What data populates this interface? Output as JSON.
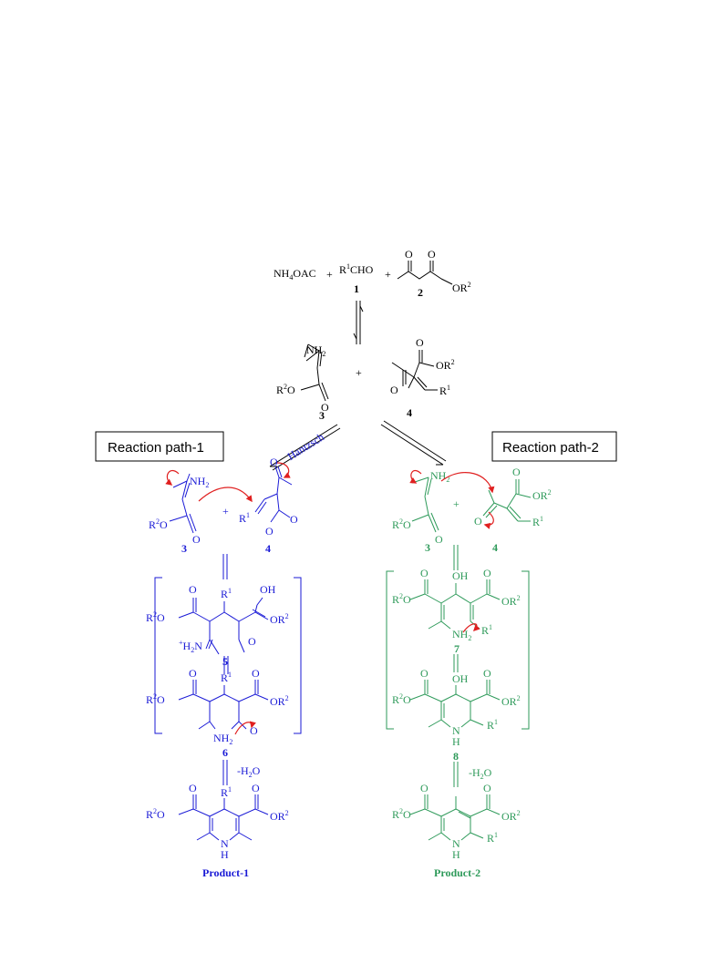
{
  "colors": {
    "black": "#000000",
    "path1": "#1a1ad6",
    "path2": "#2e9a5a",
    "arrow": "#e02020"
  },
  "top": {
    "reagent_nh4": "NH",
    "reagent_nh4_sub": "4",
    "reagent_nh4_rest": "OAC",
    "plus1": "+",
    "aldehyde_r": "R",
    "aldehyde_sup": "1",
    "aldehyde_rest": "CHO",
    "plus2": "+",
    "ketoester_o1": "O",
    "ketoester_o2": "O",
    "ketoester_or": "OR",
    "ketoester_or_sup": "2",
    "label_1": "1",
    "label_2": "2"
  },
  "intermediates": {
    "c3_nh": "NH",
    "c3_nh_sub": "2",
    "c3_r": "R",
    "c3_r_sup": "2",
    "c3_o": "O",
    "c3_o2": "O",
    "plus": "+",
    "c4_o1": "O",
    "c4_o2": "O",
    "c4_or": "OR",
    "c4_or_sup": "2",
    "c4_r": "R",
    "c4_r_sup": "1",
    "label_3": "3",
    "label_4": "4"
  },
  "paths": {
    "path1_label": "Reaction path-1",
    "path2_label": "Reaction path-2",
    "hantzsch": "Hantzsch"
  },
  "path1": {
    "nh": "NH",
    "nh_sub": "2",
    "plus": "+",
    "r2o": "R",
    "r2o_sup": "2",
    "o": "O",
    "r1": "R",
    "r1_sup": "1",
    "label_3": "3",
    "label_4": "4",
    "label_5": "5",
    "label_6": "6",
    "oh": "OH",
    "or": "OR",
    "or_sup": "2",
    "h2n": "H",
    "h2n_sub": "2",
    "h2n_rest": "N",
    "nh2": "NH",
    "nh2_sub": "2",
    "minus_water": "-H",
    "minus_water_sub": "2",
    "minus_water_rest": "O",
    "nh_ring": "N",
    "h_ring": "H",
    "product": "Product-1"
  },
  "path2": {
    "nh": "NH",
    "nh_sub": "2",
    "plus": "+",
    "r2o": "R",
    "r2o_sup": "2",
    "o": "O",
    "or": "OR",
    "or_sup": "2",
    "r1": "R",
    "r1_sup": "1",
    "label_3": "3",
    "label_4": "4",
    "label_7": "7",
    "label_8": "8",
    "oh": "OH",
    "nh_ring": "N",
    "h_ring": "H",
    "minus_water": "-H",
    "minus_water_sub": "2",
    "minus_water_rest": "O",
    "product": "Product-2"
  }
}
